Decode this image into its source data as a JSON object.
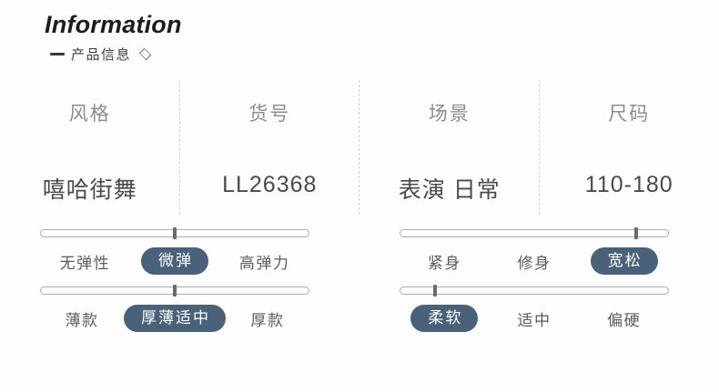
{
  "header": {
    "title_en": "Information",
    "subtitle_cn": "产品信息",
    "dash_icon": "dash-icon",
    "diamond_icon": "diamond-outline-icon"
  },
  "info_table": {
    "columns": [
      {
        "head": "风格",
        "value": "嘻哈街舞"
      },
      {
        "head": "货号",
        "value": "LL26368"
      },
      {
        "head": "场景",
        "value": "表演 日常"
      },
      {
        "head": "尺码",
        "value": "110-180"
      }
    ]
  },
  "sliders": [
    {
      "name": "elasticity",
      "options": [
        "无弹性",
        "微弹",
        "高弹力"
      ],
      "selected_index": 1,
      "marker_percent": 50
    },
    {
      "name": "fit",
      "options": [
        "紧身",
        "修身",
        "宽松"
      ],
      "selected_index": 2,
      "marker_percent": 88
    },
    {
      "name": "thickness",
      "options": [
        "薄款",
        "厚薄适中",
        "厚款"
      ],
      "selected_index": 1,
      "marker_percent": 50
    },
    {
      "name": "softness",
      "options": [
        "柔软",
        "适中",
        "偏硬"
      ],
      "selected_index": 0,
      "marker_percent": 13
    }
  ],
  "colors": {
    "accent_pill": "#4a6279",
    "head_text": "#8d8d8d",
    "value_text": "#4a4a4a",
    "label_text": "#5c5c5c",
    "track_border": "#aeaeae",
    "marker": "#6b6b6b",
    "divider": "#d2d2d2",
    "background": "#fdfdfd"
  }
}
